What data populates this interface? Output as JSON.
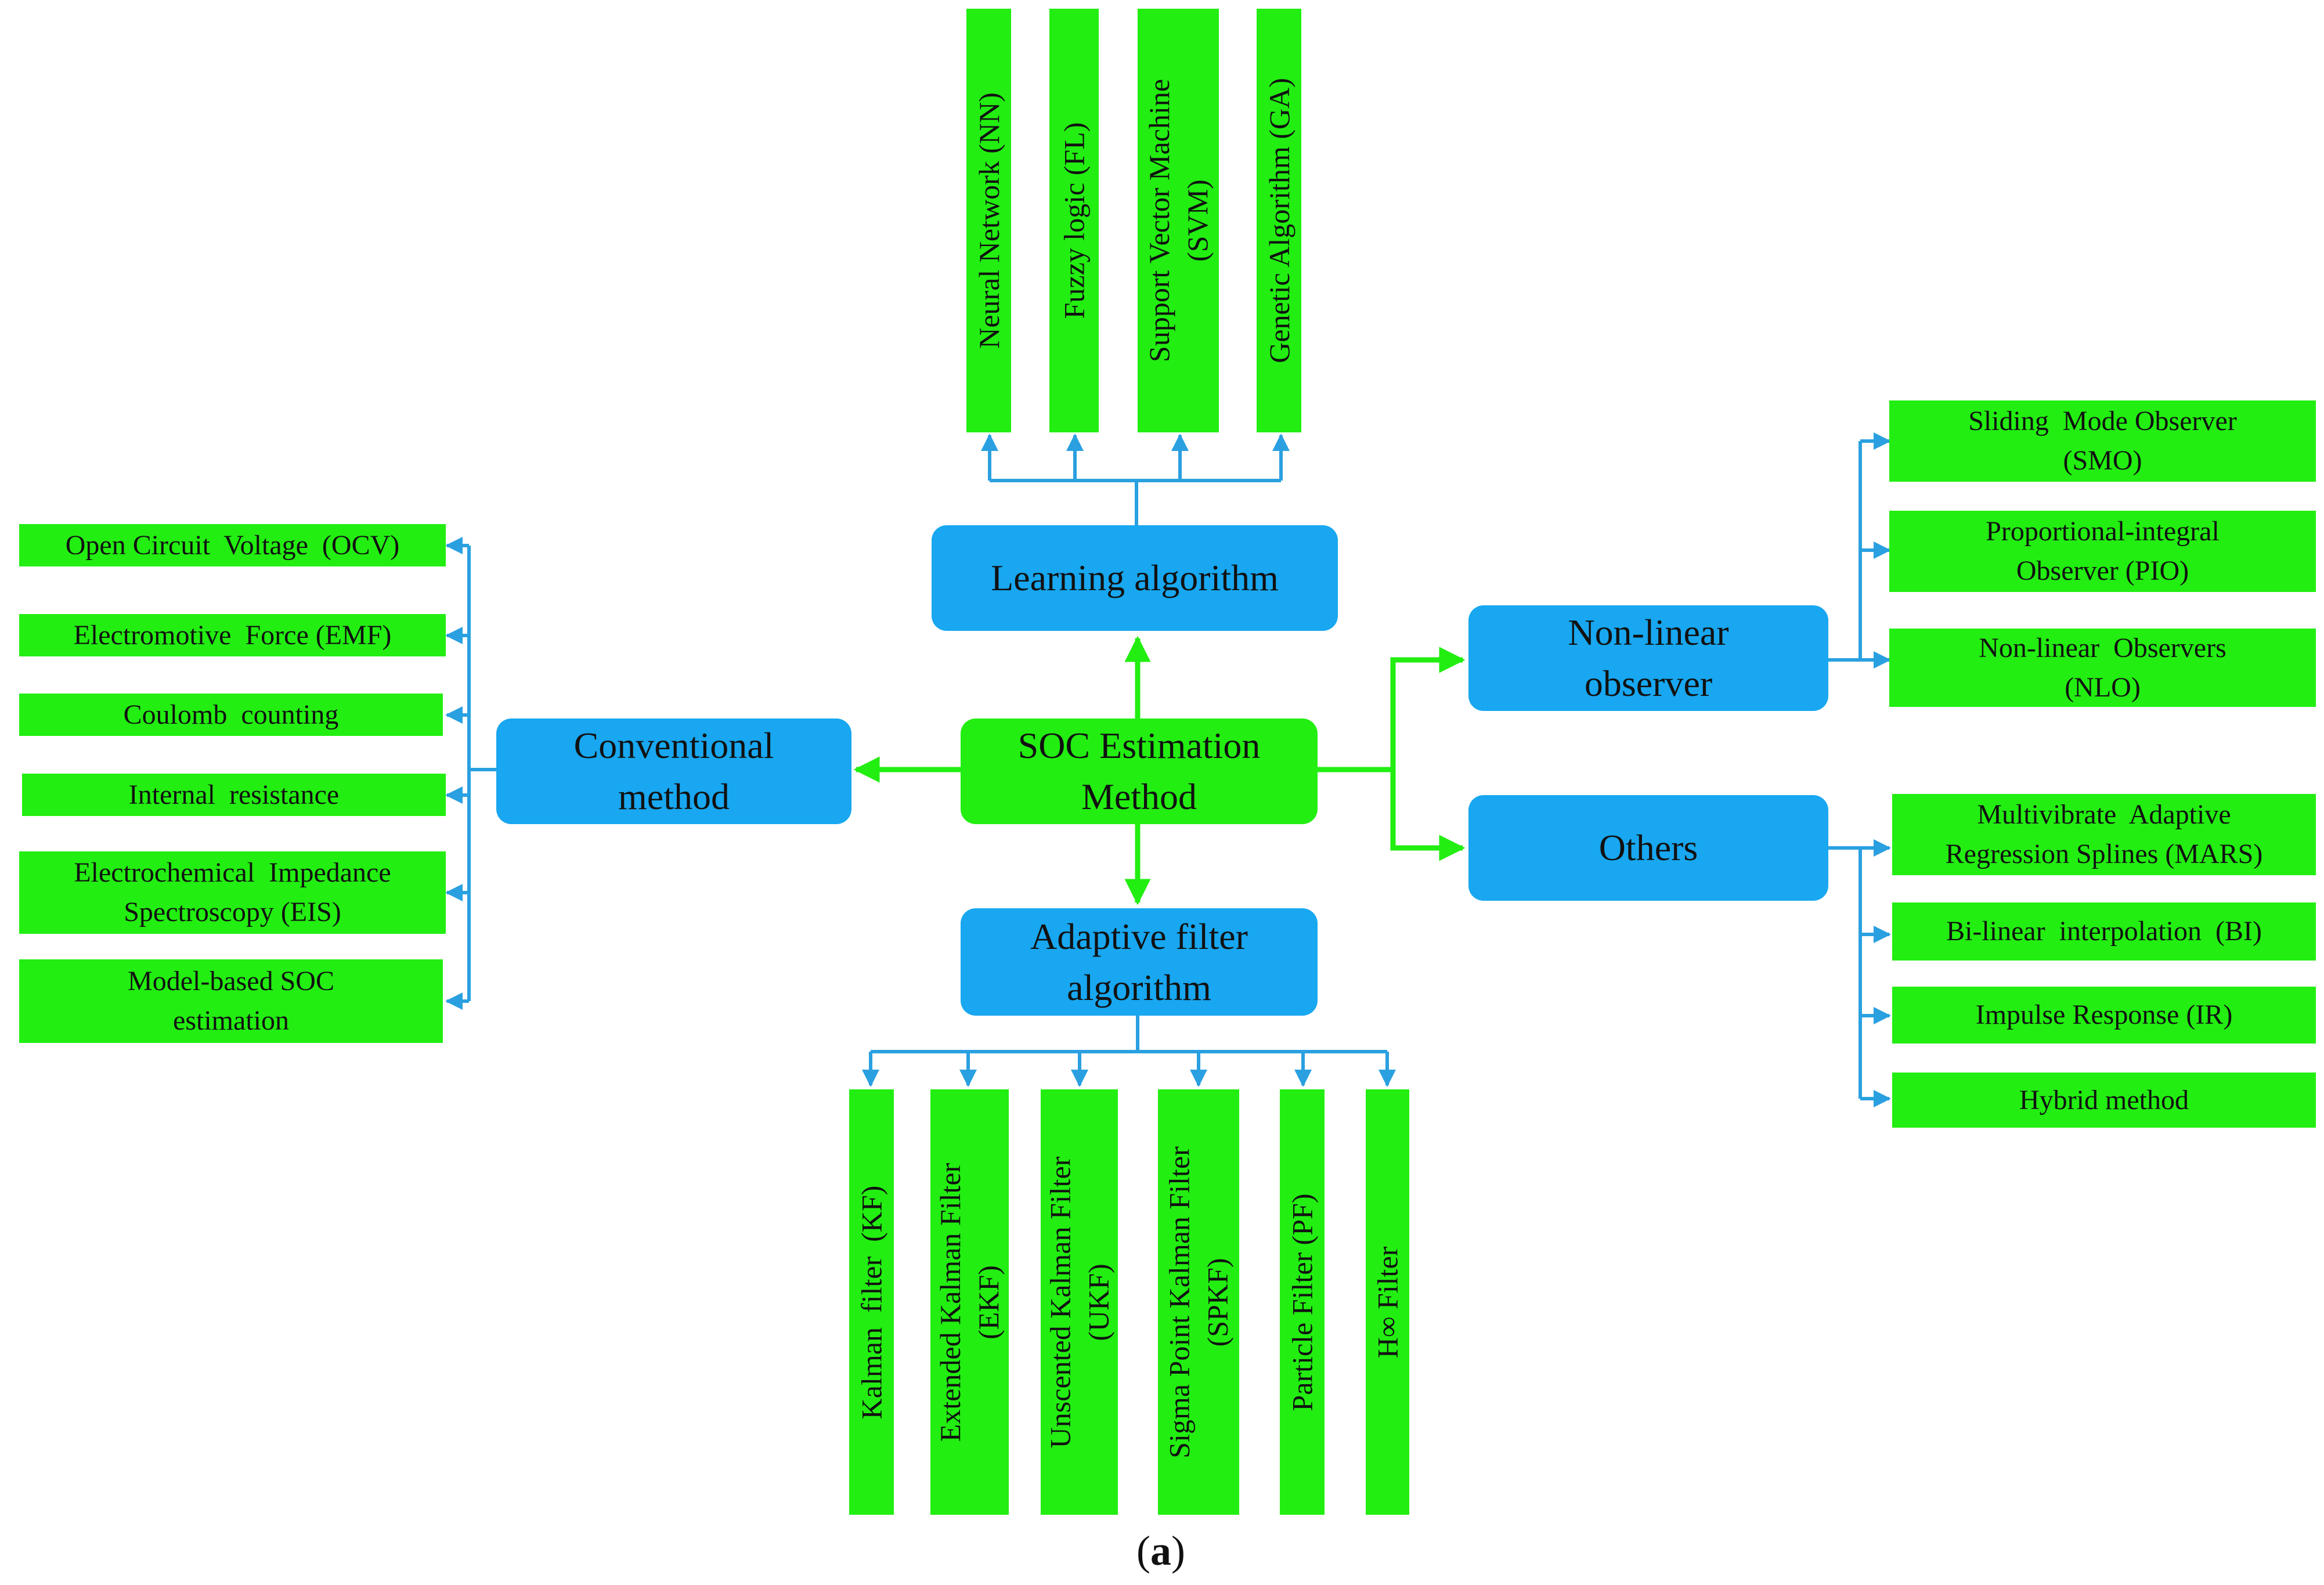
{
  "center": {
    "line1": "SOC Estimation",
    "line2": "Method"
  },
  "learning": {
    "label": "Learning algorithm",
    "items": [
      {
        "line1": "Neural Network (NN)",
        "line2": ""
      },
      {
        "line1": "Fuzzy logic (FL)",
        "line2": ""
      },
      {
        "line1": "Support Vector Machine",
        "line2": "(SVM)"
      },
      {
        "line1": "Genetic Algorithm (GA)",
        "line2": ""
      }
    ]
  },
  "conventional": {
    "line1": "Conventional",
    "line2": "method",
    "items": [
      {
        "line1": "Open Circuit  Voltage  (OCV)",
        "line2": ""
      },
      {
        "line1": "Electromotive  Force (EMF)",
        "line2": ""
      },
      {
        "line1": "Coulomb  counting",
        "line2": ""
      },
      {
        "line1": "Internal  resistance",
        "line2": ""
      },
      {
        "line1": "Electrochemical  Impedance",
        "line2": "Spectroscopy (EIS)"
      },
      {
        "line1": "Model-based SOC",
        "line2": "estimation"
      }
    ]
  },
  "nonlinear": {
    "line1": "Non-linear",
    "line2": "observer",
    "items": [
      {
        "line1": "Sliding  Mode Observer",
        "line2": "(SMO)"
      },
      {
        "line1": "Proportional-integral",
        "line2": "Observer (PIO)"
      },
      {
        "line1": "Non-linear  Observers",
        "line2": "(NLO)"
      }
    ]
  },
  "others": {
    "label": "Others",
    "items": [
      {
        "line1": "Multivibrate  Adaptive",
        "line2": "Regression Splines (MARS)"
      },
      {
        "line1": "Bi-linear  interpolation  (BI)",
        "line2": ""
      },
      {
        "line1": "Impulse Response (IR)",
        "line2": ""
      },
      {
        "line1": "Hybrid method",
        "line2": ""
      }
    ]
  },
  "adaptive": {
    "line1": "Adaptive filter",
    "line2": "algorithm",
    "items": [
      {
        "line1": "Kalman  filter  (KF)",
        "line2": ""
      },
      {
        "line1": "Extended Kalman Filter",
        "line2": "(EKF)"
      },
      {
        "line1": "Unscented Kalman Filter",
        "line2": "(UKF)"
      },
      {
        "line1": "Sigma Point Kalman Filter",
        "line2": "(SPKF)"
      },
      {
        "line1": "Particle Filter (PF)",
        "line2": ""
      },
      {
        "line1": "H∞ Filter",
        "line2": ""
      }
    ]
  },
  "caption": {
    "open": "(",
    "letter": "a",
    "close": ")"
  },
  "colors": {
    "leaf_green": "#22ee11",
    "category_blue": "#18a7f0",
    "green_arrow": "#22ee11",
    "blue_arrow": "#2aa0e0"
  }
}
